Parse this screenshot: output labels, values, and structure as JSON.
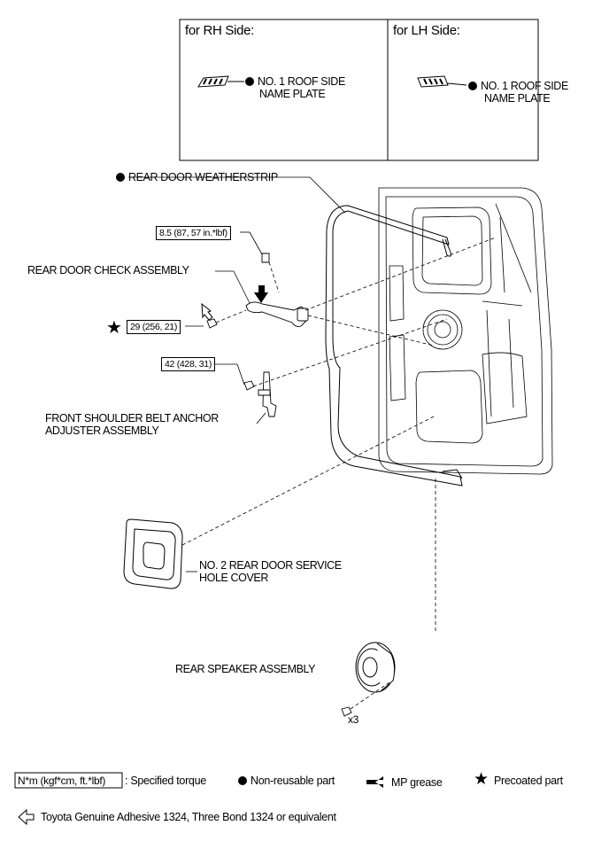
{
  "panel": {
    "rh_title": "for RH Side:",
    "lh_title": "for LH Side:",
    "rh_plate_line1": "NO. 1 ROOF SIDE",
    "rh_plate_line2": "NAME PLATE",
    "lh_plate_line1": "NO. 1 ROOF SIDE",
    "lh_plate_line2": "NAME PLATE"
  },
  "labels": {
    "weatherstrip": "REAR DOOR WEATHERSTRIP",
    "check_assembly": "REAR DOOR CHECK ASSEMBLY",
    "belt_line1": "FRONT SHOULDER BELT ANCHOR",
    "belt_line2": "ADJUSTER ASSEMBLY",
    "cover_line1": "NO. 2 REAR DOOR SERVICE",
    "cover_line2": "HOLE COVER",
    "speaker": "REAR SPEAKER ASSEMBLY",
    "qty": "x3"
  },
  "torques": {
    "t1": "8.5 (87, 57 in.*lbf)",
    "t2": "29 (256, 21)",
    "t3": "42 (428, 31)"
  },
  "legend": {
    "torque_unit": "N*m (kgf*cm, ft.*lbf)",
    "torque_text": ": Specified torque",
    "nonreusable": "Non-reusable part",
    "grease": "MP grease",
    "precoated": "Precoated part",
    "adhesive": "Toyota Genuine Adhesive 1324, Three Bond 1324 or equivalent"
  }
}
